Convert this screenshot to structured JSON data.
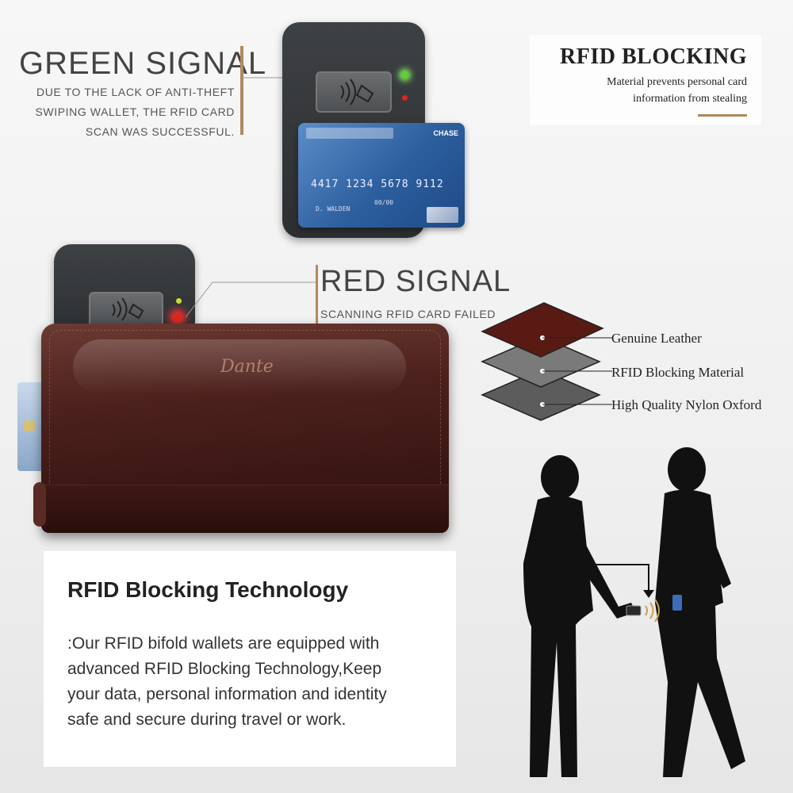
{
  "green_signal": {
    "title": "GREEN SIGNAL",
    "desc_lines": [
      "DUE TO THE LACK OF ANTI-THEFT",
      "SWIPING WALLET, THE RFID CARD",
      "SCAN WAS SUCCESSFUL."
    ]
  },
  "card": {
    "bank": "CHASE",
    "number": "4417 1234 5678 9112",
    "expiry": "00/00",
    "name": "D. WALDEN"
  },
  "rfid_blocking": {
    "title": "RFID BLOCKING",
    "sub_lines": [
      "Material prevents personal card",
      "information from stealing"
    ]
  },
  "red_signal": {
    "title": "RED SIGNAL",
    "desc": "SCANNING RFID CARD FAILED"
  },
  "wallet": {
    "logo": "Dante"
  },
  "layers": [
    {
      "label": "Genuine Leather",
      "color": "#5a1a14"
    },
    {
      "label": "RFID Blocking Material",
      "color": "#7a7a7a"
    },
    {
      "label": "High Quality Nylon Oxford",
      "color": "#5c5c5c"
    }
  ],
  "technology": {
    "title": "RFID Blocking Technology",
    "lines": [
      ":Our RFID bifold wallets are equipped with",
      "advanced RFID Blocking Technology,Keep",
      "your data, personal information and identity",
      "safe and secure during travel or work."
    ]
  },
  "colors": {
    "accent": "#b08a5a",
    "signal_green": "#5fd12a",
    "signal_red": "#e0261c"
  }
}
